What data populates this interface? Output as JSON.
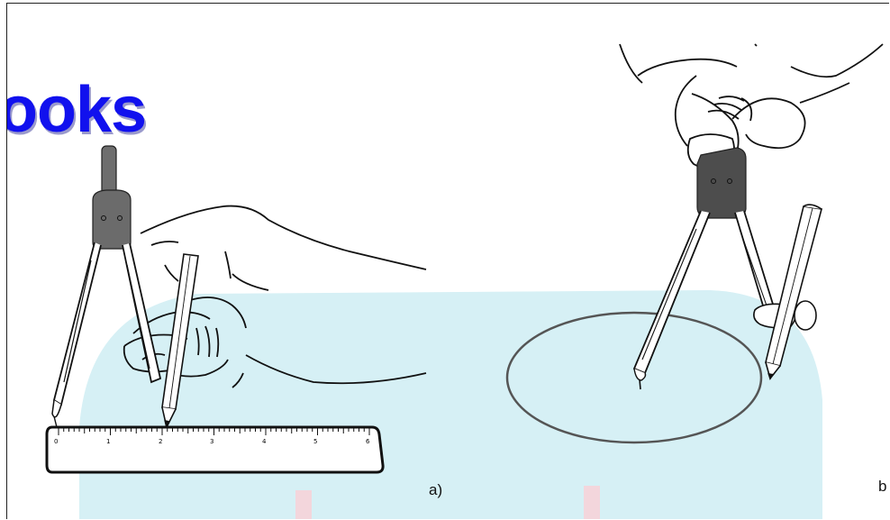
{
  "watermark": {
    "text": "ooks",
    "colors": {
      "text": "#1111ee",
      "shadow": "#9a9acc",
      "panel": "#d6f0f5"
    }
  },
  "captions": {
    "a": "a)",
    "b": "b"
  },
  "ruler": {
    "tick_labels": [
      "0",
      "1",
      "2",
      "3",
      "4",
      "5",
      "6"
    ]
  },
  "icons": {
    "compass_a": "compass-icon",
    "compass_b": "compass-icon",
    "pencil": "pencil-icon",
    "hand_a": "hand-icon",
    "hand_b": "hand-icon",
    "circle": "drawn-circle"
  }
}
